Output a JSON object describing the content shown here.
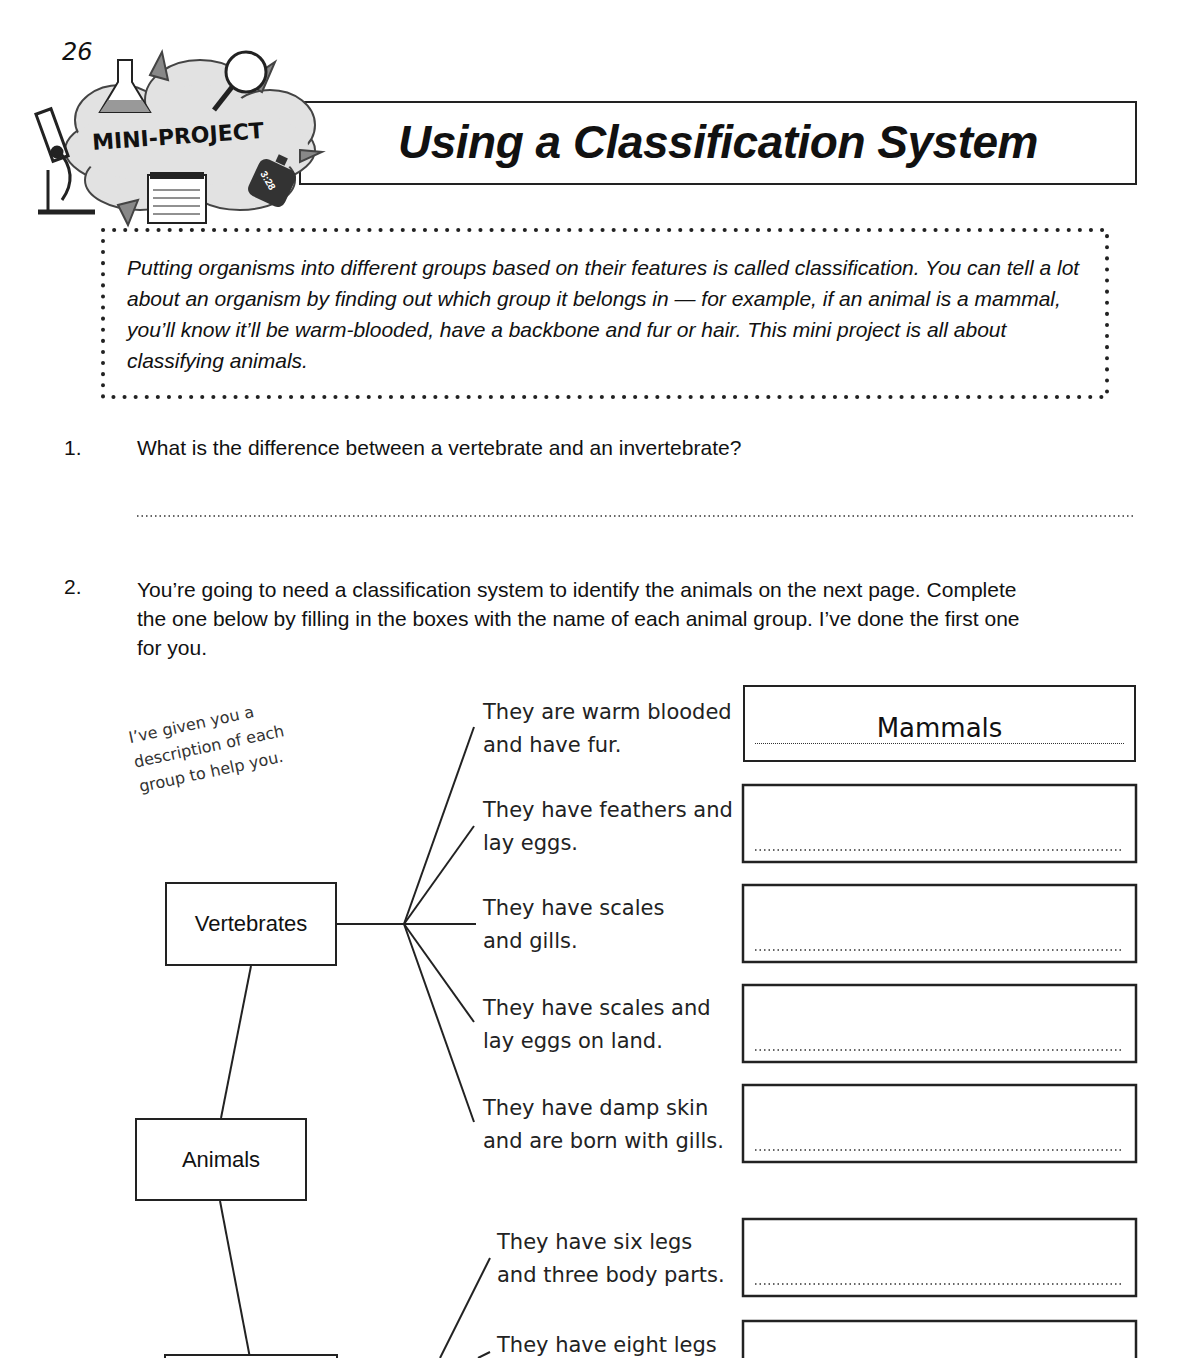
{
  "diagram": {
    "title": "Using a Classification System",
    "nodes": [
      {
        "text": [
          "Putting organisms into different groups based on their features is called classification. You can tell a lot about an organism by finding out which group it belongs in — for example, if an animal is a mammal, you’ll know it’ll be warm-blooded, have a backbone and fur or hair. This mini project is all about classifying animals."
        ]
      },
      {
        "text": [
          "Mammals"
        ]
      },
      {
        "text": [
          "Vertebrates"
        ]
      },
      {
        "text": [
          "Animals"
        ]
      }
    ],
    "edges": [
      {
        "from": 3,
        "to": 2,
        "arrow": "none"
      }
    ],
    "labels": [
      "26",
      "MINI-PROJECT",
      "3:28",
      "1.",
      "What is the difference between a vertebrate and an invertebrate?",
      "2.",
      "You’re going to need a classification system to identify the animals on the next page. Complete the one below by filling in the boxes with the name of each animal group. I’ve done the first one for you.",
      "I’ve given you a description of each group to help you.",
      "They are warm blooded and have fur.",
      "They have feathers and lay eggs.",
      "They have scales and gills.",
      "They have scales and lay eggs on land.",
      "They have damp skin and are born with gills.",
      "They have six legs and three body parts.",
      "They have eight legs"
    ]
  }
}
